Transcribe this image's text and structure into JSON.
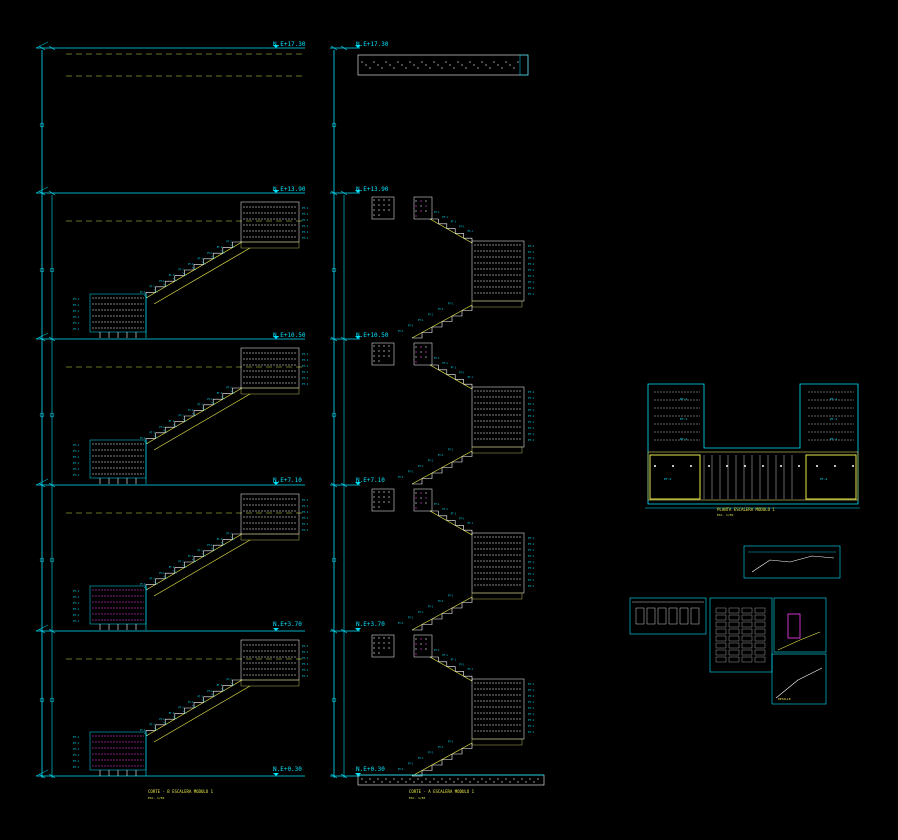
{
  "colors": {
    "background": "#000000",
    "cyan": "#00e5ff",
    "yellow": "#e8e84a",
    "white": "#ffffff",
    "magenta": "#ff40ff",
    "green": "#7fdc4a",
    "olive": "#b9b95a",
    "dashed": "#c8e84a"
  },
  "section_a": {
    "levels": [
      "N.E+17.30",
      "N.E+13.90",
      "N.E+10.50",
      "N.E+7.10",
      "N.E+3.70",
      "N.E+0.30"
    ],
    "rebar_tag": "PT-1",
    "title": "CORTE - B ESCALERA MODULO 1",
    "subtitle": "ESC. 1/50"
  },
  "section_b": {
    "levels": [
      "N.E+17.30",
      "N.E+13.90",
      "N.E+10.50",
      "N.E+7.10",
      "N.E+3.70",
      "N.E+0.30"
    ],
    "rebar_tag": "PT-1",
    "title": "CORTE - A ESCALERA MODULO 1",
    "subtitle": "ESC. 1/50"
  },
  "plan": {
    "title": "PLANTA ESCALERA MODULO 1",
    "subtitle": "ESC. 1/50",
    "tags": [
      "PT-1",
      "PT-2"
    ]
  },
  "details": {
    "label": "DETALLE"
  }
}
